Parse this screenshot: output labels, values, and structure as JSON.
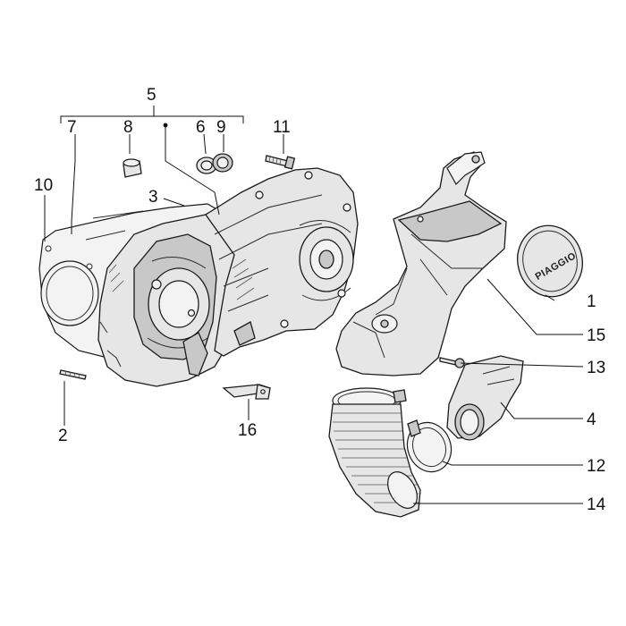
{
  "diagram": {
    "type": "exploded-parts-diagram",
    "callouts": [
      "1",
      "2",
      "3",
      "4",
      "5",
      "6",
      "7",
      "8",
      "9",
      "10",
      "11",
      "12",
      "13",
      "14",
      "15",
      "16"
    ],
    "cover_logo": "PIAGGIO"
  }
}
